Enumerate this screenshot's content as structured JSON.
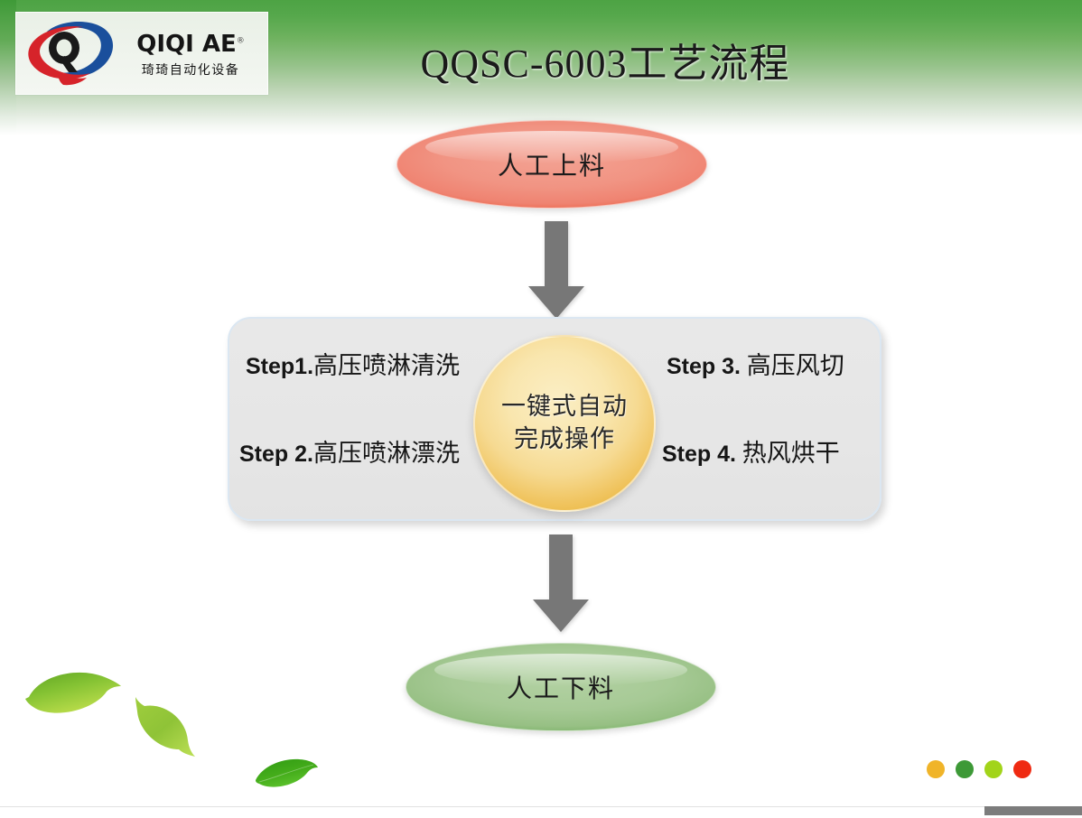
{
  "header": {
    "title": "QQSC-6003工艺流程",
    "band_color_top": "#4da344",
    "band_color_bottom": "#ffffff"
  },
  "logo": {
    "name": "qiqi-ae-logo",
    "letter": "Q",
    "brand_en": "QIQI AE",
    "registered_mark": "®",
    "brand_cn": "琦琦自动化设备",
    "swoosh_red": "#d6232a",
    "swoosh_blue": "#1a4f9c",
    "letter_color": "#1a1a1a"
  },
  "flow": {
    "start_node": {
      "label": "人工上料",
      "fill": "#ef8371",
      "rim": "#e9522f"
    },
    "end_node": {
      "label": "人工下料",
      "fill": "#a7ca96",
      "rim": "#5da34c"
    },
    "arrow_color": "#777777",
    "panel": {
      "fill": "#e6e6e6",
      "border": "#dbe7f2",
      "steps": [
        {
          "number": "Step1.",
          "text": "高压喷淋清洗"
        },
        {
          "number": "Step 2.",
          "text": "高压喷淋漂洗"
        },
        {
          "number": "Step 3.",
          "text": "高压风切"
        },
        {
          "number": "Step 4.",
          "text": "热风烘干"
        }
      ],
      "center": {
        "line1": "一键式自动",
        "line2": "完成操作",
        "fill": "#f6da92",
        "rim": "#eab843"
      }
    }
  },
  "decoration": {
    "leaves": [
      {
        "name": "leaf-large",
        "color_light": "#b5d94e",
        "color_dark": "#6fae2a"
      },
      {
        "name": "leaf-medium",
        "color_light": "#c4de5c",
        "color_dark": "#7fb832"
      },
      {
        "name": "leaf-small",
        "color_light": "#5cc22c",
        "color_dark": "#2f9a12"
      }
    ],
    "dots": [
      {
        "name": "dot-amber",
        "color": "#f0b429"
      },
      {
        "name": "dot-green",
        "color": "#3d9937"
      },
      {
        "name": "dot-lime",
        "color": "#a2d41a"
      },
      {
        "name": "dot-red",
        "color": "#ef2a12"
      }
    ],
    "bottom_bar_color": "#7c7c7c"
  }
}
